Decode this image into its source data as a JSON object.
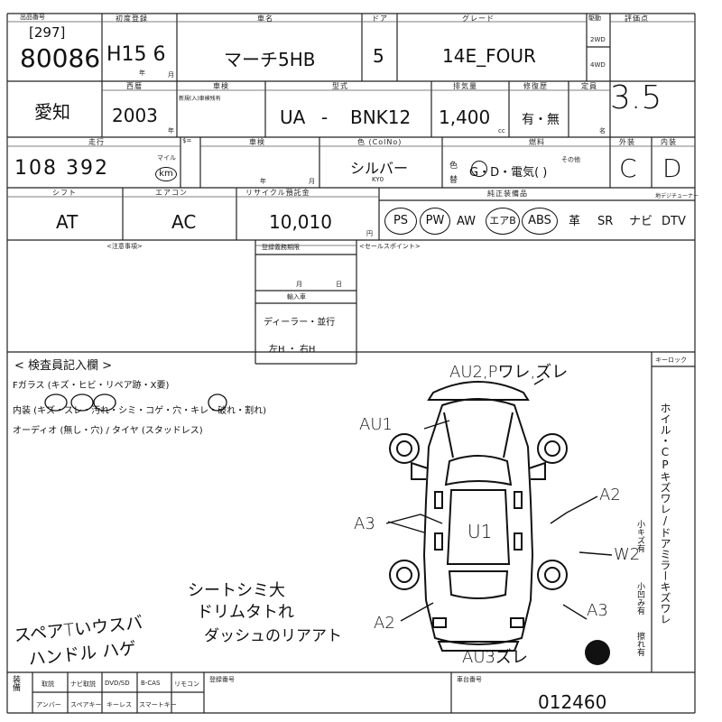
{
  "header": {
    "lot_label": "出品番号",
    "lot_seq": "[297]",
    "lot_no": "80086",
    "first_reg_label": "初度登録",
    "first_reg": "H15 6",
    "year_unit": "年",
    "month_unit": "月",
    "car_name_label": "車名",
    "car_name": "マーチ5HB",
    "doors_label": "ドア",
    "doors": "5",
    "grade_label": "グレード",
    "grade": "14E_FOUR",
    "drive_label": "駆動",
    "drive_2wd": "2WD",
    "drive_4wd": "4WD",
    "score_label": "評価点",
    "score": "3.5"
  },
  "row2": {
    "region": "愛知",
    "model_year_label": "西暦",
    "model_year": "2003",
    "year_unit": "年",
    "inspection_label": "車検",
    "inspection_note": "新規(入)車検残有",
    "type_label": "型式",
    "type_prefix": "UA",
    "type_dash": "-",
    "type_code": "BNK12",
    "displacement_label": "排気量",
    "displacement": "1,400",
    "cc": "cc",
    "repair_label": "修復歴",
    "repair": "有・無",
    "capacity_label": "定員",
    "capacity_unit": "名"
  },
  "row3": {
    "mileage_label": "走行",
    "mileage": "108 392",
    "mileage_unit": "km",
    "mileage_mile": "マイル",
    "tax_label": "$=",
    "shaken_label": "車検",
    "shaken_year": "年",
    "shaken_month": "月",
    "color_label": "色 (ColNo)",
    "color": "シルバー",
    "color_code": "KY0",
    "color_change": "色",
    "color_change2": "替",
    "fuel_label": "燃料",
    "fuel": "G・D・電気(          )",
    "fuel_other": "その他",
    "exterior_label": "外装",
    "exterior": "C",
    "interior_label": "内装",
    "interior": "D"
  },
  "row4": {
    "shift_label": "シフト",
    "shift": "AT",
    "ac_label": "エアコン",
    "ac": "AC",
    "recycle_label": "リサイクル預託金",
    "recycle": "10,010",
    "recycle_unit": "円",
    "equipment_label": "純正装備品",
    "equipment": [
      "PS",
      "PW",
      "AW",
      "エアB",
      "ABS",
      "革",
      "SR",
      "ナビ",
      "DTV"
    ],
    "equipment_circled": [
      "PS",
      "PW",
      "エアB",
      "ABS"
    ],
    "terrestrial_label": "地デジチューナー"
  },
  "notes": {
    "caution_label": "<注意事項>",
    "expiry_label": "登録義務期限",
    "expiry_month": "月",
    "expiry_day": "日",
    "import_label": "輸入車",
    "import_dealer": "ディーラー・並行",
    "import_steering": "左H ・ 右H",
    "sales_label": "<セールスポイント>"
  },
  "inspector": {
    "title": "< 検査員記入欄 >",
    "glass_line": "Fガラス (キズ・ヒビ・リペア跡・X要)",
    "interior_line": "内装 (キズ・スレ・汚れ・シミ・コゲ・穴・キレ・破れ・割れ)",
    "audio_line": "オーディオ (無し・穴) / タイヤ (スタッドレス)",
    "note1": "シートシミ大",
    "note2": "ドリムタトれ",
    "note3": "ダッシュのリアアト",
    "note4": "スペアTいウスバ",
    "note5": "ハンドル ハゲ",
    "lock_label": "キーロック",
    "side_text": "ホイル・CPキズワレ/ドアミラーキズワレ",
    "side_sub1": "小キズ有",
    "side_sub2": "小凹み有",
    "side_sub3": "擦れ有"
  },
  "damage": {
    "front": "AU2,Pワレ,ズレ",
    "left_front": "AU1",
    "left_mid": "A3",
    "center": "U1",
    "right_upper": "A2",
    "right_mid": "W2",
    "left_rear": "A2",
    "right_rear": "A3",
    "rear": "AU3ズレ"
  },
  "footer": {
    "equip_label": "装備",
    "items_row1": [
      "取説",
      "ナビ取説",
      "DVD/SD",
      "B-CAS",
      "リモコン"
    ],
    "items_row2": [
      "アンバー",
      "スペアキー",
      "キーレス",
      "スマートキー"
    ],
    "plate_label": "登録番号",
    "chassis_label": "車台番号",
    "chassis": "012460"
  }
}
